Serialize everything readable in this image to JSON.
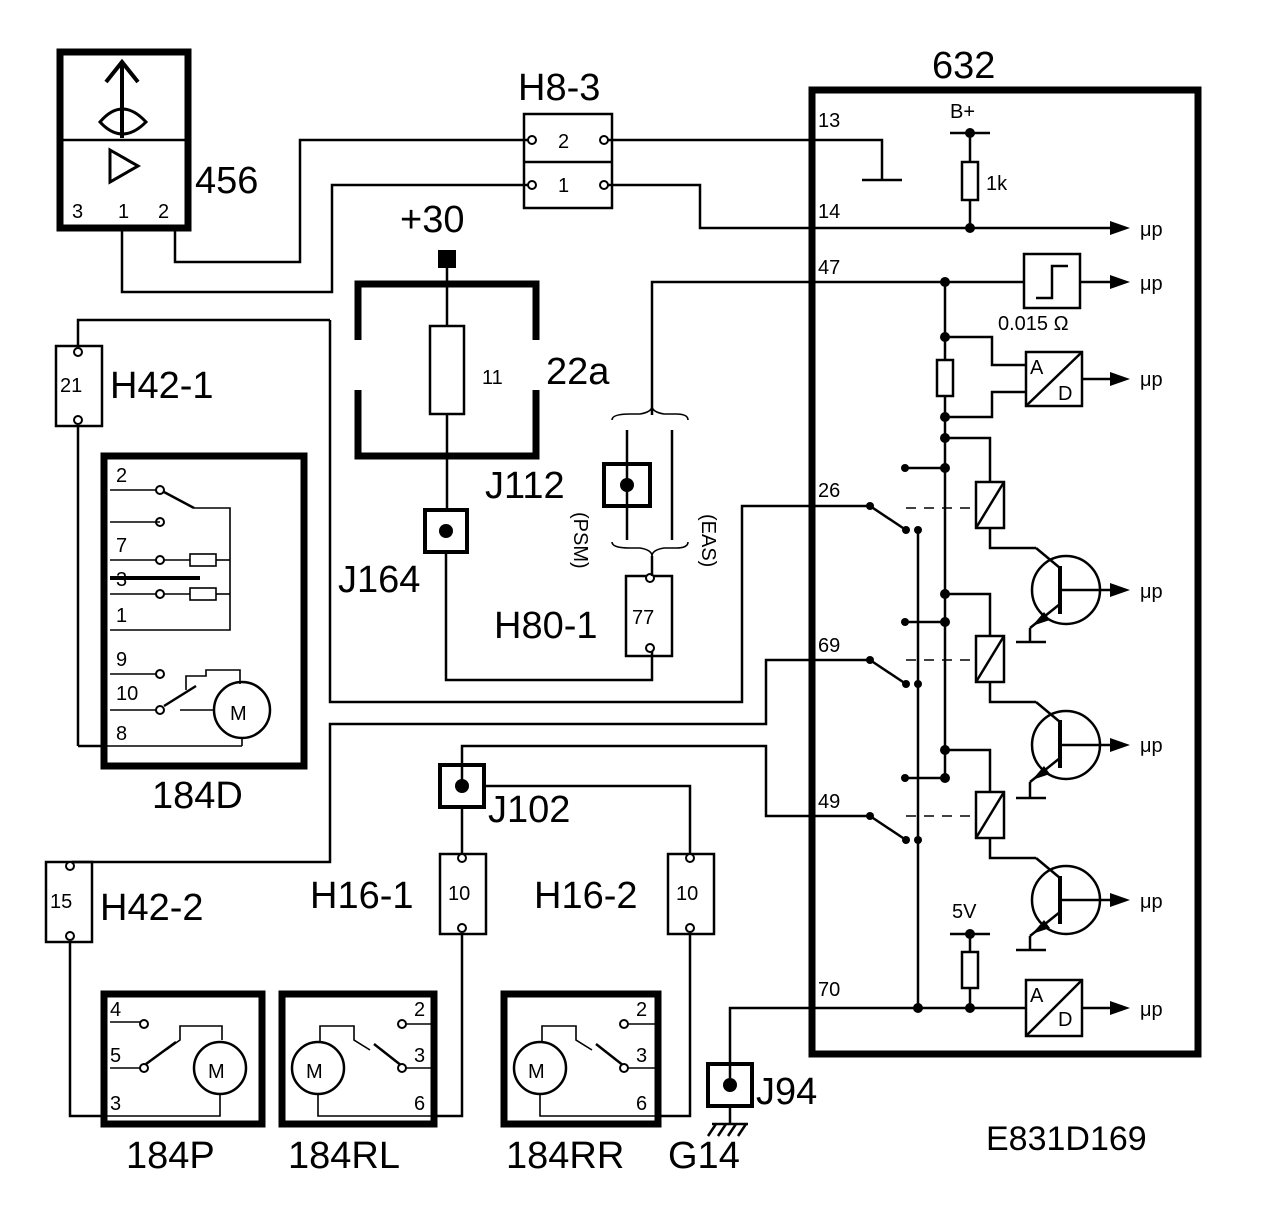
{
  "modules": {
    "m456": "456",
    "m632": "632",
    "m22a": "22a",
    "m184d": "184D",
    "m184p": "184P",
    "m184rl": "184RL",
    "m184rr": "184RR"
  },
  "connectors": {
    "h8_3": "H8-3",
    "h42_1": "H42-1",
    "h42_2": "H42-2",
    "h16_1": "H16-1",
    "h16_2": "H16-2",
    "h80_1": "H80-1",
    "j112": "J112",
    "j164": "J164",
    "j102": "J102",
    "j94": "J94",
    "g14": "G14",
    "plus30": "+30"
  },
  "pins": {
    "h8_3_top": "2",
    "h8_3_bot": "1",
    "h42_1": "21",
    "h42_2": "15",
    "h16_1": "10",
    "h16_2": "10",
    "h80_1": "77",
    "fuse": "11",
    "m456_3": "3",
    "m456_1": "1",
    "m456_2": "2",
    "p13": "13",
    "p14": "14",
    "p47": "47",
    "p26": "26",
    "p69": "69",
    "p49": "49",
    "p70": "70",
    "d2": "2",
    "d7": "7",
    "d3": "3",
    "d1": "1",
    "d9": "9",
    "d10": "10",
    "d8": "8",
    "p4": "4",
    "p5": "5",
    "p3": "3",
    "rl2": "2",
    "rl3": "3",
    "rl6": "6",
    "rr2": "2",
    "rr3": "3",
    "rr6": "6"
  },
  "labels": {
    "bplus": "B+",
    "r1k": "1k",
    "shunt": "0.015 Ω",
    "v5": "5V",
    "mup": "μp",
    "adc_a": "A",
    "adc_d": "D",
    "psm": "(PSM)",
    "eas": "(EAS)",
    "motor": "M",
    "code": "E831D169"
  }
}
